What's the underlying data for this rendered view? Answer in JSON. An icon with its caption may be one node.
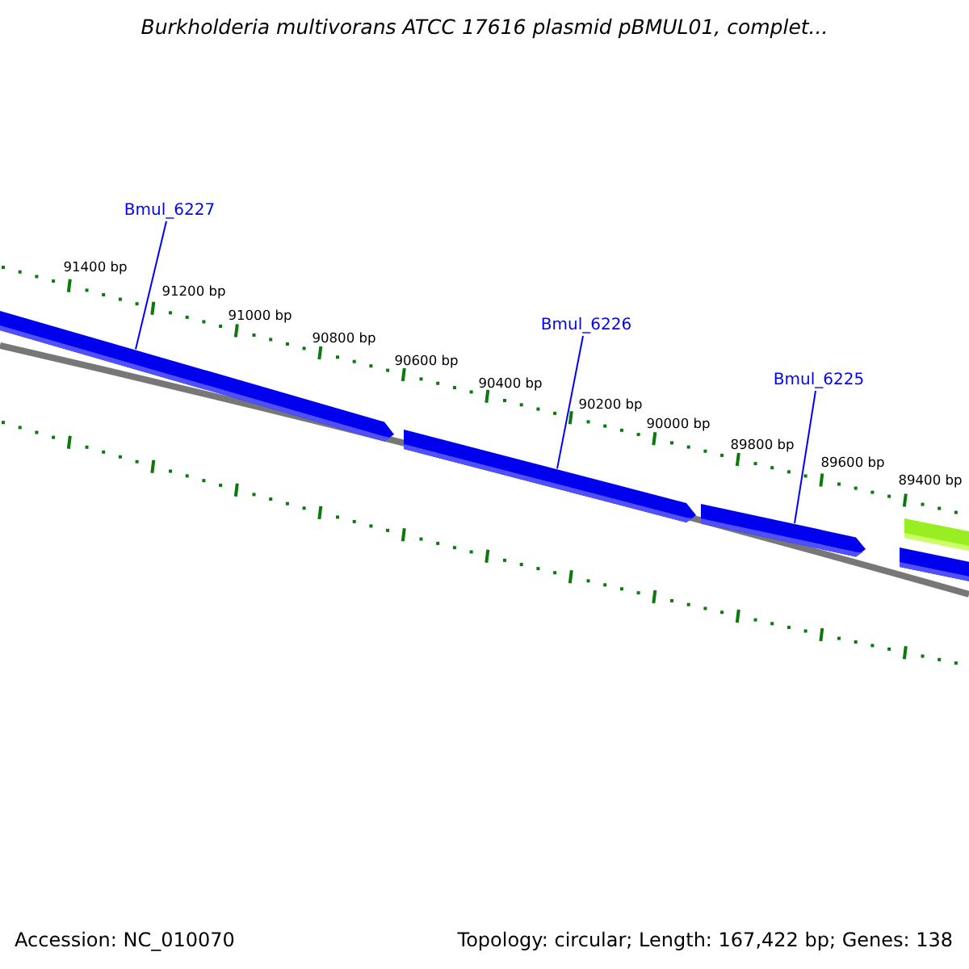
{
  "diagram": {
    "title": "Burkholderia multivorans ATCC 17616 plasmid pBMUL01, complet...",
    "nodes": [
      {
        "text": [
          "Bmul_6227"
        ]
      },
      {
        "text": [
          "Bmul_6226"
        ]
      },
      {
        "text": [
          "Bmul_6225"
        ]
      },
      {
        "text": [],
        "shape": "bar"
      },
      {
        "text": [],
        "shape": "bar"
      },
      {
        "text": [],
        "shape": "bar"
      },
      {
        "text": [],
        "shape": "bar"
      },
      {
        "text": [],
        "shape": "bar"
      }
    ],
    "edges": [
      {
        "from": 0,
        "to": 3,
        "arrow": "none",
        "color": "#0000ff"
      },
      {
        "from": 1,
        "to": 4,
        "arrow": "none",
        "color": "#0000ff"
      },
      {
        "from": 2,
        "to": 5,
        "arrow": "none",
        "color": "#0000ff"
      }
    ],
    "labels": [
      "91400 bp",
      "91200 bp",
      "91000 bp",
      "90800 bp",
      "90600 bp",
      "90400 bp",
      "90200 bp",
      "90000 bp",
      "89800 bp",
      "89600 bp",
      "89400 bp",
      "Accession: NC_010070",
      "Topology: circular; Length: 167,422 bp; Genes: 138"
    ]
  }
}
